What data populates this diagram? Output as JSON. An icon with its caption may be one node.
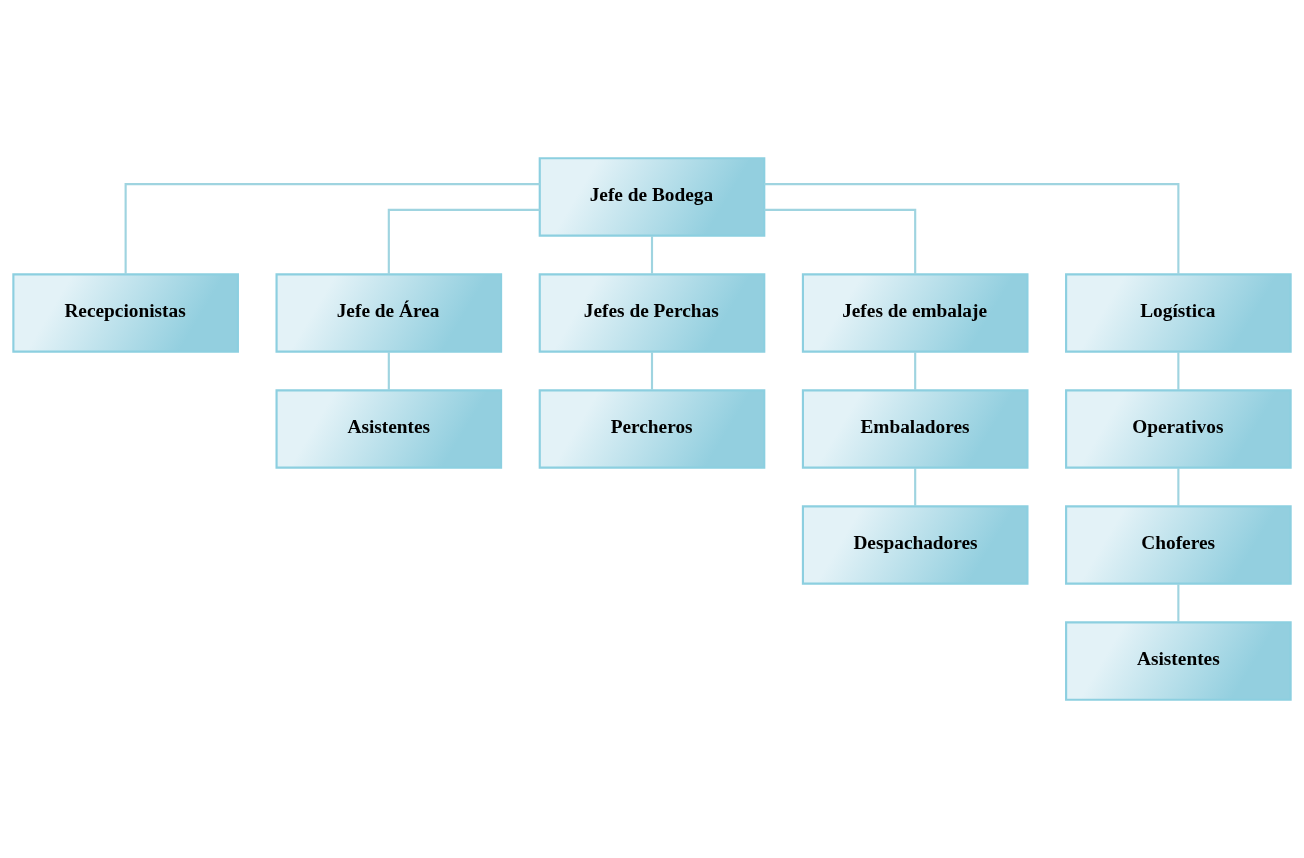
{
  "diagram": {
    "nodes": [
      {
        "text": [
          "Jefe de Bodega"
        ]
      },
      {
        "text": [
          "Recepcionistas"
        ]
      },
      {
        "text": [
          "Jefe de Área"
        ]
      },
      {
        "text": [
          "Jefes de Perchas"
        ]
      },
      {
        "text": [
          "Jefes de embalaje"
        ]
      },
      {
        "text": [
          "Logística"
        ]
      },
      {
        "text": [
          "Asistentes"
        ]
      },
      {
        "text": [
          "Percheros"
        ]
      },
      {
        "text": [
          "Embaladores"
        ]
      },
      {
        "text": [
          "Despachadores"
        ]
      },
      {
        "text": [
          "Operativos"
        ]
      },
      {
        "text": [
          "Choferes"
        ]
      },
      {
        "text": [
          "Asistentes"
        ]
      }
    ],
    "edges": [
      {
        "from": 0,
        "to": 1,
        "arrow": "none"
      },
      {
        "from": 0,
        "to": 2,
        "arrow": "none"
      },
      {
        "from": 0,
        "to": 3,
        "arrow": "none"
      },
      {
        "from": 0,
        "to": 4,
        "arrow": "none"
      },
      {
        "from": 0,
        "to": 5,
        "arrow": "none"
      },
      {
        "from": 2,
        "to": 6,
        "arrow": "none"
      },
      {
        "from": 3,
        "to": 7,
        "arrow": "none"
      },
      {
        "from": 4,
        "to": 8,
        "arrow": "none"
      },
      {
        "from": 8,
        "to": 9,
        "arrow": "none"
      },
      {
        "from": 5,
        "to": 10,
        "arrow": "none"
      },
      {
        "from": 10,
        "to": 11,
        "arrow": "none"
      },
      {
        "from": 11,
        "to": 12,
        "arrow": "none"
      }
    ]
  }
}
